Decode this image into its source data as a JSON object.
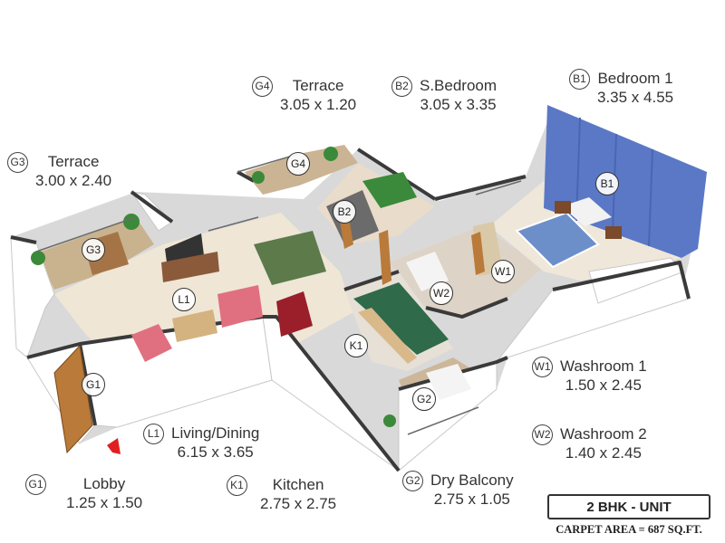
{
  "rooms": [
    {
      "code": "G4",
      "name": "Terrace",
      "size": "3.05 x 1.20"
    },
    {
      "code": "B2",
      "name": "S.Bedroom",
      "size": "3.05 x 3.35"
    },
    {
      "code": "B1",
      "name": "Bedroom 1",
      "size": "3.35 x 4.55"
    },
    {
      "code": "G3",
      "name": "Terrace",
      "size": "3.00 x 2.40"
    },
    {
      "code": "W1",
      "name": "Washroom 1",
      "size": "1.50 x 2.45"
    },
    {
      "code": "L1",
      "name": "Living/Dining",
      "size": "6.15 x 3.65"
    },
    {
      "code": "W2",
      "name": "Washroom 2",
      "size": "1.40 x 2.45"
    },
    {
      "code": "G1",
      "name": "Lobby",
      "size": "1.25 x 1.50"
    },
    {
      "code": "K1",
      "name": "Kitchen",
      "size": "2.75 x 2.75"
    },
    {
      "code": "G2",
      "name": "Dry Balcony",
      "size": "2.75 x 1.05"
    }
  ],
  "unit_type": "2 BHK - UNIT",
  "carpet_area": "CARPET AREA = 687 SQ.FT.",
  "colors": {
    "accent_wall": "#5b78c6",
    "floor": "#efe9df",
    "wall": "#ffffff",
    "wall_top": "#333333",
    "entry_arrow": "#e02020"
  },
  "icons": [
    "entry-arrow-icon"
  ]
}
